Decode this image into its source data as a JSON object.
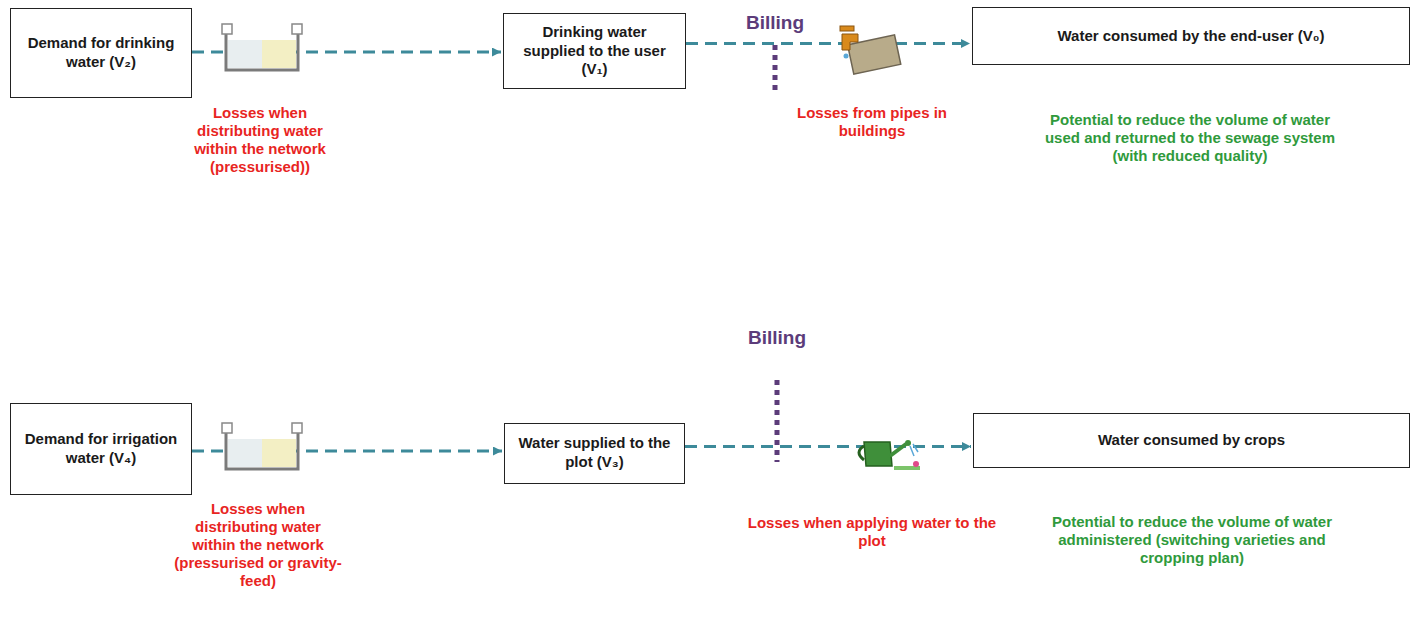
{
  "diagram": {
    "nodes": [
      {
        "text": [
          "Demand for drinking water (V₂)"
        ]
      },
      {
        "text": [
          "Drinking water supplied to the user (V₁)"
        ]
      },
      {
        "text": [
          "Water consumed by the end-user (V₀)"
        ]
      },
      {
        "text": [
          "Demand for irrigation water (V₄)"
        ]
      },
      {
        "text": [
          "Water supplied to the plot (V₃)"
        ]
      },
      {
        "text": [
          "Water consumed by crops"
        ]
      }
    ],
    "edges": [
      {
        "from": 0,
        "to": 1,
        "arrow": "to"
      },
      {
        "from": 1,
        "to": 2,
        "arrow": "to"
      },
      {
        "from": 3,
        "to": 4,
        "arrow": "to"
      },
      {
        "from": 4,
        "to": 5,
        "arrow": "to"
      }
    ],
    "labels": [
      "Billing",
      "Losses when distributing water within the network (pressurised))",
      "Losses from pipes in buildings",
      "Potential to reduce the volume of water used and returned to the sewage system (with reduced quality)",
      "Billing",
      "Losses when distributing water within the network (pressurised or gravity-feed)",
      "Losses when applying water to the plot",
      "Potential to reduce the volume of water administered (switching varieties and cropping plan)"
    ]
  }
}
